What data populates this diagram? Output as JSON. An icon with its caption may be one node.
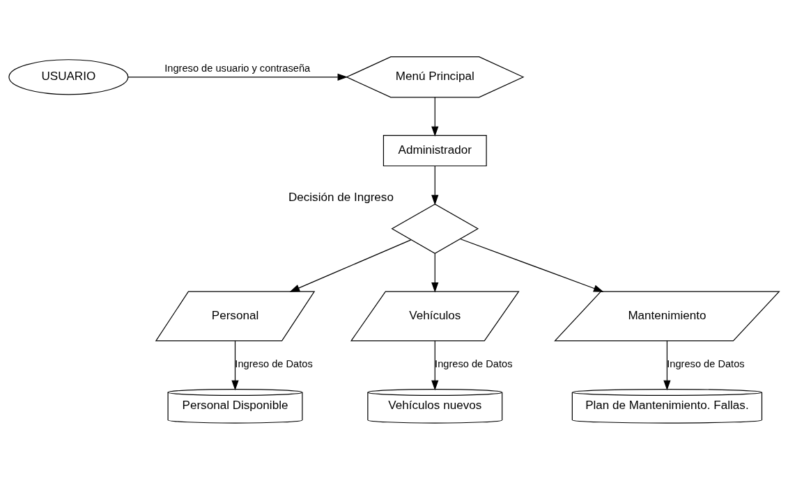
{
  "diagram": {
    "nodes": [
      {
        "text": [
          "USUARIO"
        ]
      },
      {
        "text": [
          "Menú Principal"
        ]
      },
      {
        "text": [
          "Administrador"
        ]
      },
      {
        "text": [],
        "shape": "diamond",
        "beside": [
          "Decisión de Ingreso"
        ]
      },
      {
        "text": [
          "Personal"
        ]
      },
      {
        "text": [
          "Vehículos"
        ]
      },
      {
        "text": [
          "Mantenimiento"
        ]
      },
      {
        "text": [
          "Personal Disponible"
        ]
      },
      {
        "text": [
          "Vehículos nuevos"
        ]
      },
      {
        "text": [
          "Plan de Mantenimiento. Fallas."
        ]
      }
    ],
    "edges": [
      {
        "from": 0,
        "to": 1,
        "arrow": "to",
        "label": "Ingreso de usuario y contraseña"
      },
      {
        "from": 1,
        "to": 2,
        "arrow": "to"
      },
      {
        "from": 2,
        "to": 3,
        "arrow": "to"
      },
      {
        "from": 3,
        "to": 4,
        "arrow": "to"
      },
      {
        "from": 3,
        "to": 5,
        "arrow": "to"
      },
      {
        "from": 3,
        "to": 6,
        "arrow": "to"
      },
      {
        "from": 4,
        "to": 7,
        "arrow": "to",
        "label": "Ingreso de Datos"
      },
      {
        "from": 5,
        "to": 8,
        "arrow": "to",
        "label": "Ingreso de Datos"
      },
      {
        "from": 6,
        "to": 9,
        "arrow": "to",
        "label": "Ingreso de Datos"
      }
    ]
  }
}
